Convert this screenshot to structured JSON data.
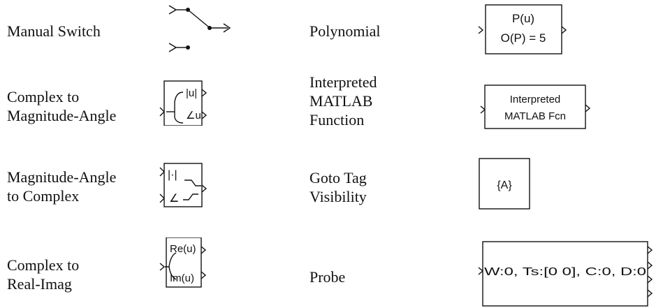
{
  "items": [
    {
      "label": "Manual Switch",
      "icon": "manual-switch-icon"
    },
    {
      "label": "Complex to\nMagnitude-Angle",
      "icon": "complex-to-magnitude-angle-icon",
      "text": [
        "|u|",
        "∠u"
      ]
    },
    {
      "label": "Magnitude-Angle\nto Complex",
      "icon": "magnitude-angle-to-complex-icon",
      "text": [
        "|·|",
        "∠"
      ]
    },
    {
      "label": "Complex to\nReal-Imag",
      "icon": "complex-to-real-imag-icon",
      "text": [
        "Re(u)",
        "Im(u)"
      ]
    },
    {
      "label": "Polynomial",
      "icon": "polynomial-block-icon",
      "text": [
        "P(u)",
        "O(P) = 5"
      ]
    },
    {
      "label": "Interpreted\nMATLAB\nFunction",
      "icon": "interpreted-matlab-fcn-block-icon",
      "text": [
        "Interpreted",
        "MATLAB Fcn"
      ]
    },
    {
      "label": "Goto Tag\nVisibility",
      "icon": "goto-tag-visibility-block-icon",
      "text": [
        "{A}"
      ]
    },
    {
      "label": "Probe",
      "icon": "probe-block-icon",
      "text": [
        "W:0, Ts:[0 0], C:0, D:0"
      ]
    }
  ]
}
